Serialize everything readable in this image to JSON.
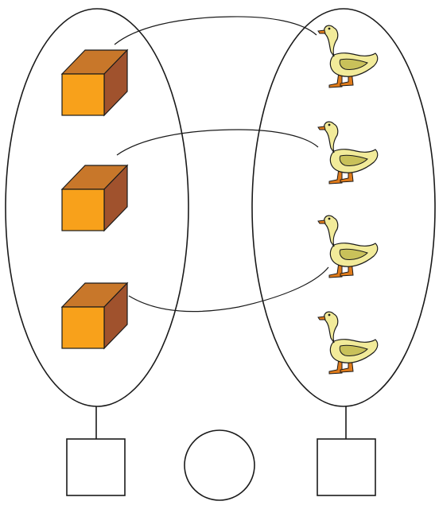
{
  "diagram": {
    "left_group": {
      "item": "cube",
      "count": 3
    },
    "right_group": {
      "item": "duck",
      "count": 4
    },
    "pairings": [
      [
        0,
        0
      ],
      [
        1,
        1
      ],
      [
        2,
        2
      ]
    ],
    "unmatched": {
      "group": "right",
      "index": 3
    },
    "answer_slots": [
      {
        "shape": "square",
        "value": ""
      },
      {
        "shape": "circle",
        "value": ""
      },
      {
        "shape": "square",
        "value": ""
      }
    ]
  },
  "icons": {
    "cube": "cube-icon",
    "duck": "duck-icon"
  },
  "colors": {
    "stroke": "#1a1a1a",
    "cube_front": "#F8A11B",
    "cube_top": "#C8772A",
    "cube_side": "#A0522D",
    "duck_body": "#F2EB9A",
    "duck_shade": "#C9C15A",
    "duck_beak": "#E07B1A"
  }
}
